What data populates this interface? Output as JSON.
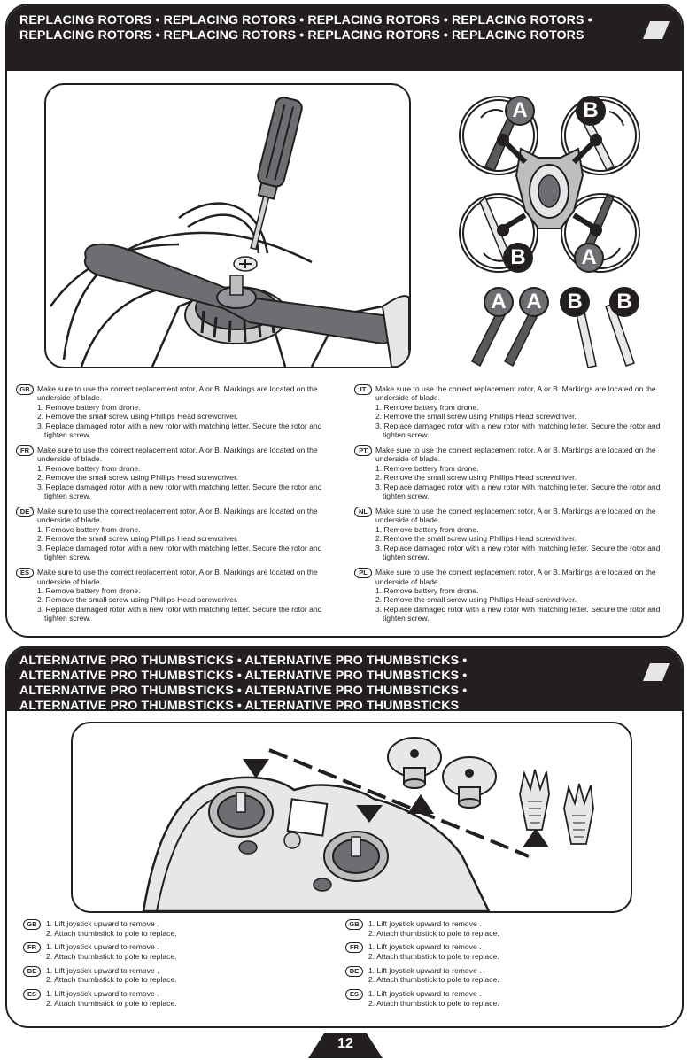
{
  "rotors": {
    "banner": [
      "REPLACING ROTORS • REPLACING ROTORS • REPLACING ROTORS • REPLACING ROTORS •",
      "REPLACING ROTORS • REPLACING ROTORS • REPLACING ROTORS • REPLACING ROTORS"
    ],
    "rotor_labels": {
      "a": "A",
      "b": "B"
    },
    "left_column": [
      {
        "lang": "GB",
        "intro": "Make sure to use the correct replacement rotor, A or B. Markings are located on the underside of blade.",
        "steps": [
          "1. Remove battery from drone.",
          "2. Remove the small screw using Phillips Head screwdriver.",
          "3. Replace damaged rotor with a new rotor with matching letter.  Secure the rotor and tighten screw."
        ]
      },
      {
        "lang": "FR",
        "intro": "Make sure to use the correct replacement rotor, A or B. Markings are located on the underside of blade.",
        "steps": [
          "1. Remove battery from drone.",
          "2. Remove the small screw using Phillips Head screwdriver.",
          "3. Replace damaged rotor with a new rotor with matching letter.  Secure the rotor and tighten screw."
        ]
      },
      {
        "lang": "DE",
        "intro": "Make sure to use the correct replacement rotor, A or B. Markings are located on the underside of blade.",
        "steps": [
          "1. Remove battery from drone.",
          "2. Remove the small screw using Phillips Head screwdriver.",
          "3. Replace damaged rotor with a new rotor with matching letter.  Secure the rotor and tighten screw."
        ]
      },
      {
        "lang": "ES",
        "intro": "Make sure to use the correct replacement rotor, A or B. Markings are located on the underside of blade.",
        "steps": [
          "1. Remove battery from drone.",
          "2. Remove the small screw using Phillips Head screwdriver.",
          "3. Replace damaged rotor with a new rotor with matching letter.  Secure the rotor and tighten screw."
        ]
      }
    ],
    "right_column": [
      {
        "lang": "IT",
        "intro": "Make sure to use the correct replacement rotor, A or B. Markings are located on the underside of blade.",
        "steps": [
          "1. Remove battery from drone.",
          "2. Remove the small screw using Phillips Head screwdriver.",
          "3. Replace damaged rotor with a new rotor with matching letter.  Secure the rotor and tighten screw."
        ]
      },
      {
        "lang": "PT",
        "intro": "Make sure to use the correct replacement rotor, A or B. Markings are located on the underside of blade.",
        "steps": [
          "1. Remove battery from drone.",
          "2. Remove the small screw using Phillips Head screwdriver.",
          "3. Replace damaged rotor with a new rotor with matching letter.  Secure the rotor and tighten screw."
        ]
      },
      {
        "lang": "NL",
        "intro": "Make sure to use the correct replacement rotor, A or B. Markings are located on the underside of blade.",
        "steps": [
          "1. Remove battery from drone.",
          "2. Remove the small screw using Phillips Head screwdriver.",
          "3. Replace damaged rotor with a new rotor with matching letter.  Secure the rotor and tighten screw."
        ]
      },
      {
        "lang": "PL",
        "intro": "Make sure to use the correct replacement rotor, A or B. Markings are located on the underside of blade.",
        "steps": [
          "1. Remove battery from drone.",
          "2. Remove the small screw using Phillips Head screwdriver.",
          "3. Replace damaged rotor with a new rotor with matching letter.  Secure the rotor and tighten screw."
        ]
      }
    ]
  },
  "thumbsticks": {
    "banner": [
      "ALTERNATIVE PRO THUMBSTICKS • ALTERNATIVE PRO THUMBSTICKS •",
      "ALTERNATIVE PRO THUMBSTICKS • ALTERNATIVE PRO THUMBSTICKS •",
      "ALTERNATIVE PRO THUMBSTICKS • ALTERNATIVE PRO THUMBSTICKS •",
      "ALTERNATIVE PRO THUMBSTICKS • ALTERNATIVE PRO THUMBSTICKS"
    ],
    "left_column": [
      {
        "lang": "GB",
        "steps": [
          "1. Lift joystick upward to remove .",
          "2. Attach thumbstick to pole to replace."
        ]
      },
      {
        "lang": "FR",
        "steps": [
          "1. Lift joystick upward to remove .",
          "2. Attach thumbstick to pole to replace."
        ]
      },
      {
        "lang": "DE",
        "steps": [
          "1. Lift joystick upward to remove .",
          "2. Attach thumbstick to pole to replace."
        ]
      },
      {
        "lang": "ES",
        "steps": [
          "1. Lift joystick upward to remove .",
          "2. Attach thumbstick to pole to replace."
        ]
      }
    ],
    "right_column": [
      {
        "lang": "GB",
        "steps": [
          "1. Lift joystick upward to remove .",
          "2. Attach thumbstick to pole to replace."
        ]
      },
      {
        "lang": "FR",
        "steps": [
          "1. Lift joystick upward to remove .",
          "2. Attach thumbstick to pole to replace."
        ]
      },
      {
        "lang": "DE",
        "steps": [
          "1. Lift joystick upward to remove .",
          "2. Attach thumbstick to pole to replace."
        ]
      },
      {
        "lang": "ES",
        "steps": [
          "1. Lift joystick upward to remove .",
          "2. Attach thumbstick to pole to replace."
        ]
      }
    ]
  },
  "page_number": "12"
}
